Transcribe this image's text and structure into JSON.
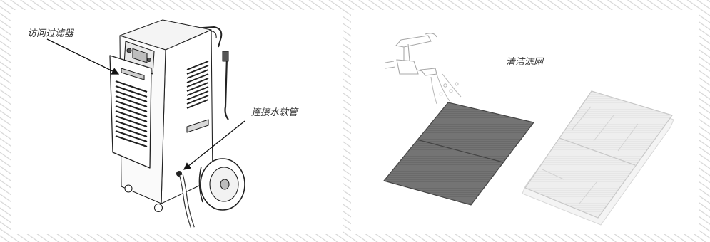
{
  "left_panel": {
    "caption_access_filter": "访问过滤器",
    "caption_connect_hose": "连接水软管"
  },
  "right_panel": {
    "caption_clean_filter": "清洁滤网"
  },
  "colors": {
    "hatch_border": "#dcdcdc",
    "panel_background": "#ffffff",
    "line_art": "#222222",
    "dirty_filter": "#6e6e6e",
    "clean_filter": "#e6e6e6"
  }
}
